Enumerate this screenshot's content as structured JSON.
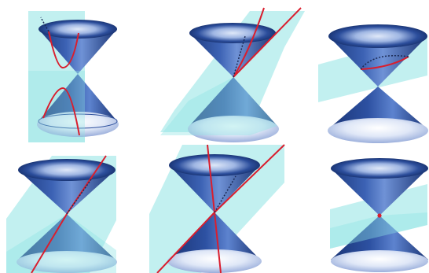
{
  "figure": {
    "subject": "double-cone-plane-sections",
    "panels": [
      {
        "panel": "hyperbola",
        "curve": "hyperbola"
      },
      {
        "panel": "degenerate-parabola-line",
        "curve": "line"
      },
      {
        "panel": "ellipse",
        "curve": "ellipse"
      },
      {
        "panel": "single-line-tangent",
        "curve": "line"
      },
      {
        "panel": "two-lines-through-apex",
        "curve": "two-lines"
      },
      {
        "panel": "point-at-apex",
        "curve": "point"
      }
    ],
    "colors": {
      "cone_dark": "#1f3f86",
      "cone_mid": "#4f74c4",
      "cone_light": "#e6eefb",
      "plane": "#8fe3e3",
      "curve": "#d91e2e"
    }
  }
}
